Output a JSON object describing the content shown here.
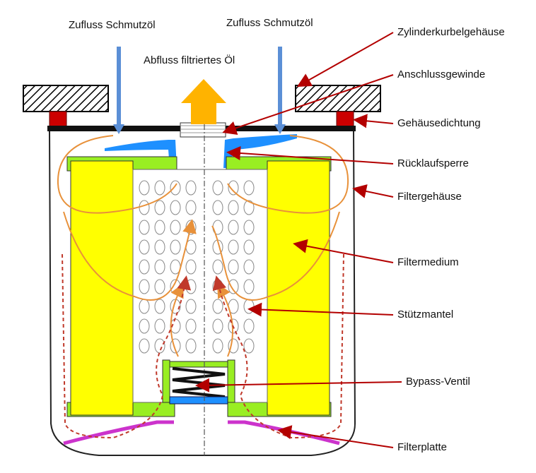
{
  "labels": {
    "inflow_left": "Zufluss Schmutzöl",
    "inflow_right": "Zufluss Schmutzöl",
    "outflow": "Abfluss filtriertes Öl",
    "crankcase": "Zylinderkurbelgehäuse",
    "thread": "Anschlussgewinde",
    "seal": "Gehäusedichtung",
    "check_valve": "Rücklaufsperre",
    "housing": "Filtergehäuse",
    "medium": "Filtermedium",
    "support_tube": "Stützmantel",
    "bypass_valve": "Bypass-Ventil",
    "base_plate": "Filterplatte"
  },
  "colors": {
    "medium": "#ffff00",
    "endcap": "#99ee22",
    "seal": "#cc0000",
    "check_valve": "#1e90ff",
    "inflow_arrow": "#5b8fd6",
    "outflow_arrow": "#ffb300",
    "flow_line": "#e8913a",
    "dashed_flow": "#c0392b",
    "leader_line": "#b30000",
    "base_plate": "#cc33cc",
    "housing": "#222222"
  }
}
